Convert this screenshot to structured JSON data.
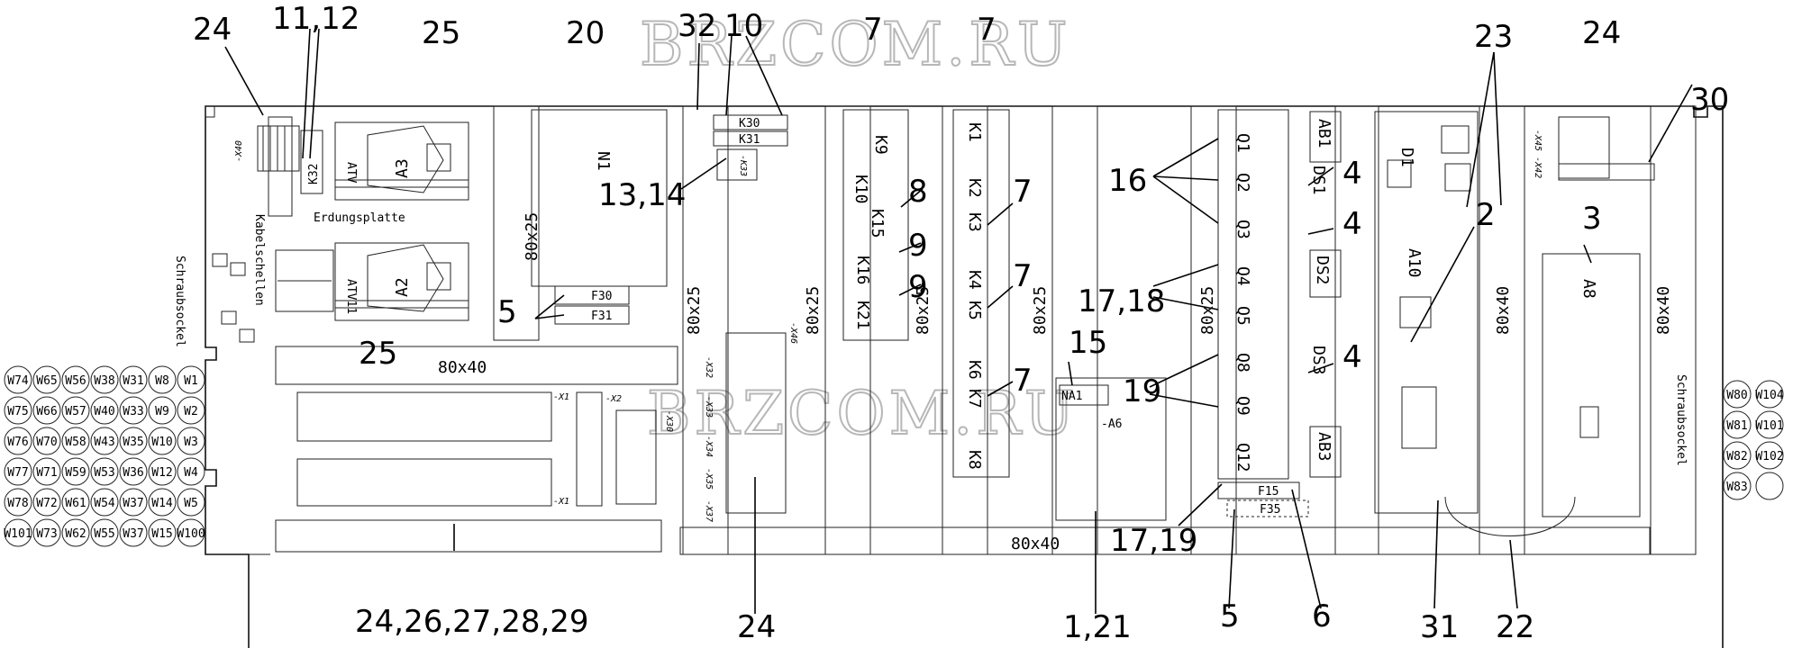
{
  "watermark": "BRZCOM.RU",
  "callouts": [
    "24",
    "11,12",
    "25",
    "20",
    "32",
    "10",
    "7",
    "7",
    "23",
    "24",
    "30",
    "13,14",
    "16",
    "4",
    "4",
    "8",
    "7",
    "9",
    "9",
    "7",
    "17,18",
    "4",
    "2",
    "3",
    "5",
    "25",
    "15",
    "7",
    "19",
    "17,19",
    "24,26,27,28,29",
    "24",
    "1,21",
    "5",
    "6",
    "31",
    "22"
  ],
  "ducts": [
    "80x25",
    "80x40",
    "80x25",
    "80x25",
    "80x25",
    "80x25",
    "80x25",
    "80x40",
    "80x40",
    "80x40"
  ],
  "terminals": {
    "x40": "-X40",
    "x45": "-X45 -X42",
    "x1": "-X1",
    "x2": "-X2",
    "x30": "-X30",
    "x1b": "-X1",
    "x32": "-X32",
    "x33": "-X33",
    "x34": "-X34",
    "x35": "-X35",
    "x37": "-X37",
    "x46": "-X46"
  },
  "components": {
    "a3": "A3",
    "a2": "A2",
    "atv_a3": "ATV",
    "atv_a2": "ATV11",
    "k32": "K32",
    "n1": "N1",
    "f30": "F30",
    "f31": "F31",
    "k30": "K30",
    "k31": "K31",
    "k33": "-K33",
    "k_left": [
      "K9",
      "K10",
      "K15",
      "K16",
      "K21"
    ],
    "k_right": [
      "K1",
      "K2",
      "K3",
      "K4",
      "K5",
      "K6",
      "K7",
      "K8"
    ],
    "na1": "NA1",
    "a6": "-A6",
    "f15": "F15",
    "f35": "F35",
    "q": [
      "Q1",
      "Q2",
      "Q3",
      "Q4",
      "Q5",
      "Q8",
      "Q9",
      "Q12"
    ],
    "ab1": "AB1",
    "ab3": "AB3",
    "ds1": "DS1",
    "ds2": "DS2",
    "ds3": "DS3",
    "a10": "A10",
    "d1": "D1",
    "a8": "A8"
  },
  "text": {
    "erdung": "Erdungsplatte",
    "kabel": "Kabelschellen",
    "sockel_l": "Schraubsockel",
    "sockel_r": "Schraubsockel"
  },
  "wires_left": [
    [
      "W74",
      "W65",
      "W56",
      "W38",
      "W31",
      "W8",
      "W1"
    ],
    [
      "W75",
      "W66",
      "W57",
      "W40",
      "W33",
      "W9",
      "W2"
    ],
    [
      "W76",
      "W70",
      "W58",
      "W43",
      "W35",
      "W10",
      "W3"
    ],
    [
      "W77",
      "W71",
      "W59",
      "W53",
      "W36",
      "W12",
      "W4"
    ],
    [
      "W78",
      "W72",
      "W61",
      "W54",
      "W37",
      "W14",
      "W5"
    ],
    [
      "W101",
      "W73",
      "W62",
      "W55",
      "W37",
      "W15",
      "W100"
    ]
  ],
  "wires_right": [
    [
      "W80",
      "W104"
    ],
    [
      "W81",
      "W101"
    ],
    [
      "W82",
      "W102"
    ],
    [
      "W83",
      ""
    ]
  ]
}
